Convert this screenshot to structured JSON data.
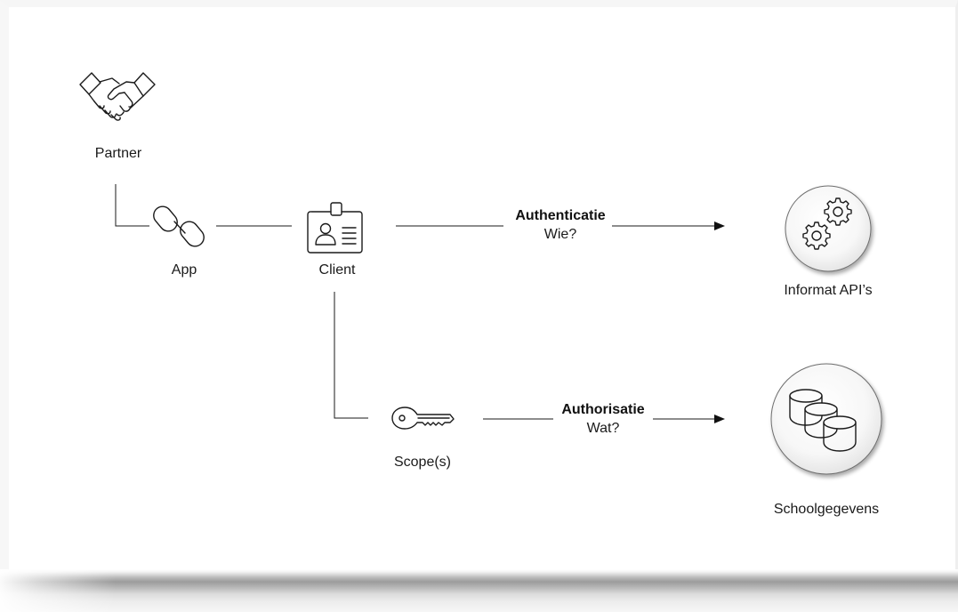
{
  "nodes": {
    "partner": {
      "label": "Partner",
      "icon": "handshake-icon"
    },
    "app": {
      "label": "App",
      "icon": "link-icon"
    },
    "client": {
      "label": "Client",
      "icon": "id-badge-icon"
    },
    "scopes": {
      "label": "Scope(s)",
      "icon": "key-icon"
    },
    "informat_apis": {
      "label": "Informat API’s",
      "icon": "gears-icon"
    },
    "schoolgegevens": {
      "label": "Schoolgegevens",
      "icon": "database-icon"
    }
  },
  "edges": {
    "authentication": {
      "title": "Authenticatie",
      "subtitle": "Wie?"
    },
    "authorization": {
      "title": "Authorisatie",
      "subtitle": "Wat?"
    }
  }
}
